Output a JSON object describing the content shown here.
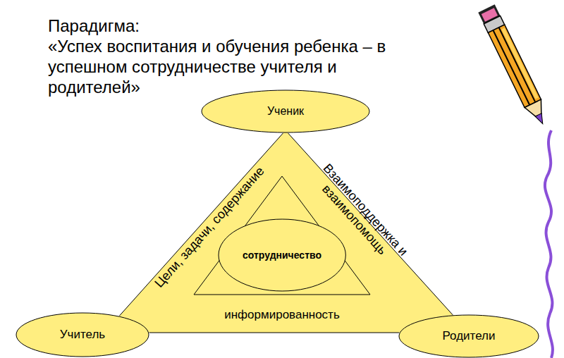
{
  "diagram": {
    "title": "Парадигма:",
    "nodes": [
      {
        "text": [
          "Ученик"
        ]
      },
      {
        "text": [
          "Учитель"
        ]
      },
      {
        "text": [
          "Родители"
        ]
      },
      {
        "text": [
          "сотрудничество"
        ]
      }
    ],
    "edges": [
      {
        "from": 0,
        "to": 1,
        "arrow": "none",
        "label": "Цели, задачи, содержание"
      },
      {
        "from": 0,
        "to": 2,
        "arrow": "none",
        "label": "Взаимоподдержка и взаимопомощь"
      },
      {
        "from": 1,
        "to": 2,
        "arrow": "none",
        "label": "информированность"
      }
    ],
    "labels": [
      "«Успех воспитания и обучения ребенка – в успешном сотрудничестве учителя и родителей»"
    ]
  }
}
